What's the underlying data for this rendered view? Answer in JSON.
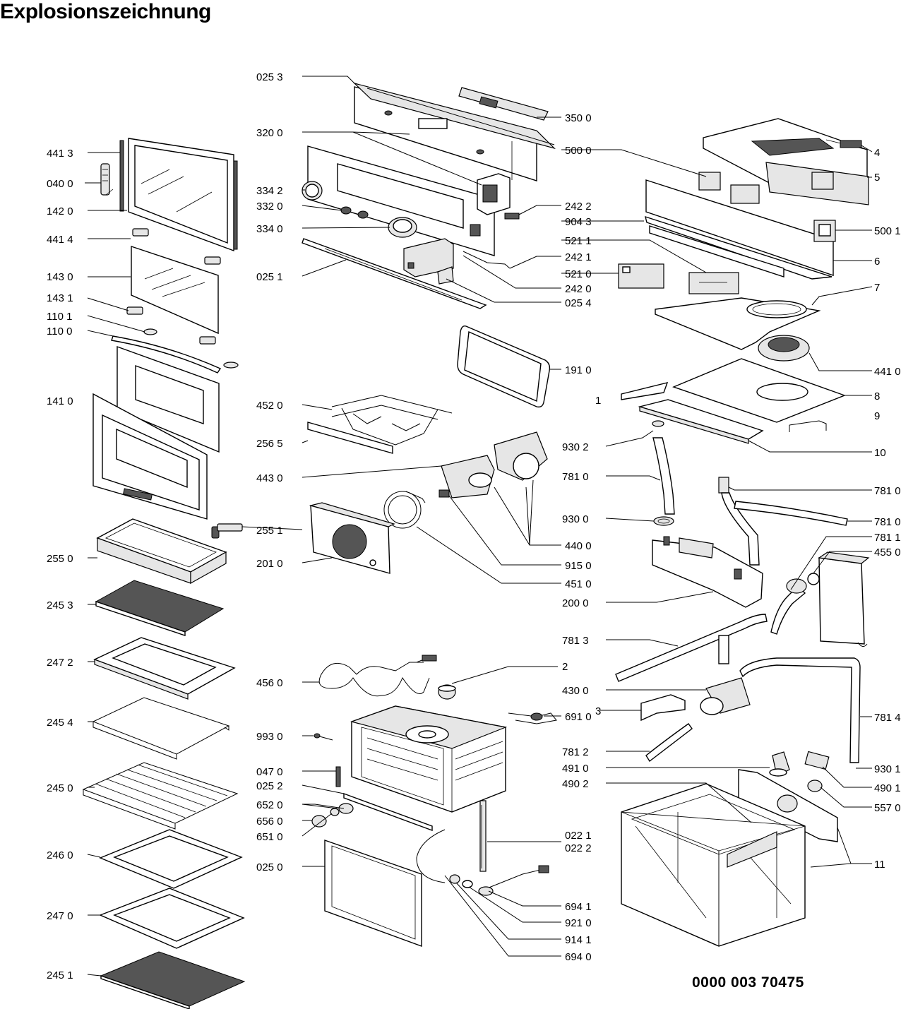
{
  "title": "Explosionszeichnung",
  "document_number": "0000 003 70475",
  "callouts": {
    "left": [
      "441 3",
      "040 0",
      "142 0",
      "441 4",
      "143 0",
      "143 1",
      "110 1",
      "110 0",
      "141 0",
      "255 0",
      "245 3",
      "247 2",
      "245 4",
      "245 0",
      "246 0",
      "247 0",
      "245 1"
    ],
    "center_left": [
      "025 3",
      "320 0",
      "334 2",
      "332 0",
      "334 0",
      "025 1",
      "452 0",
      "256 5",
      "443 0",
      "201 0",
      "255 1",
      "456 0",
      "993 0",
      "047 0",
      "025 2",
      "652 0",
      "656 0",
      "651 0",
      "025 0"
    ],
    "center_right": [
      "350 0",
      "500 0",
      "242 2",
      "904 3",
      "521 1",
      "521 0",
      "242 1",
      "242 0",
      "025 4",
      "191 0",
      "1",
      "930 2",
      "781 0",
      "930 0",
      "440 0",
      "915 0",
      "451 0",
      "200 0",
      "781 3",
      "2",
      "430 0",
      "3",
      "691 0",
      "781 2",
      "491 0",
      "490 2",
      "022 1",
      "022 2",
      "694 1",
      "921 0",
      "914 1",
      "694 0"
    ],
    "right": [
      "4",
      "5",
      "500 1",
      "6",
      "7",
      "441 0",
      "8",
      "9",
      "10",
      "781 0",
      "781 0",
      "781 1",
      "455 0",
      "781 4",
      "930 1",
      "490 1",
      "557 0",
      "11"
    ]
  }
}
